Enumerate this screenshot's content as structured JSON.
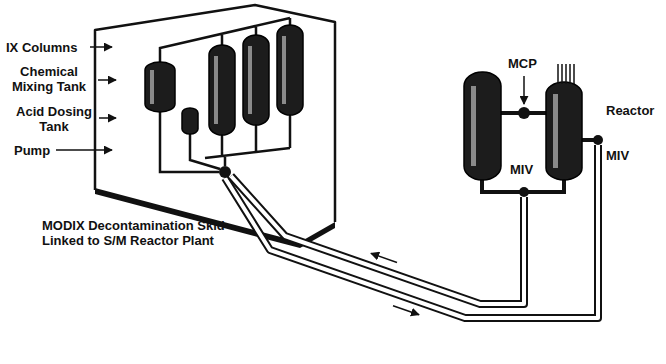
{
  "diagram": {
    "labels": [
      "IX Columns",
      "Chemical Mixing Tank",
      "Acid Dosing Tank",
      "Pump",
      "MODIX Decontamination Skid Linked to S/M Reactor Plant",
      "MCP",
      "Reactor",
      "MIV",
      "MIV"
    ]
  }
}
